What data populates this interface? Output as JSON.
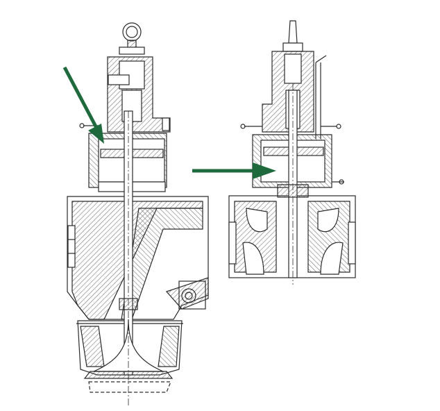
{
  "figure": {
    "background": "#ffffff",
    "ink_color": "#2a2a2a",
    "hatch_color": "#6b6b6b",
    "arrow_color": "#1f6a3c",
    "views": [
      {
        "name": "full-valve-section"
      },
      {
        "name": "partial-valve-section"
      }
    ],
    "arrows": [
      {
        "name": "diagonal-arrow",
        "direction": "down-right"
      },
      {
        "name": "horizontal-arrow",
        "direction": "right"
      }
    ]
  }
}
